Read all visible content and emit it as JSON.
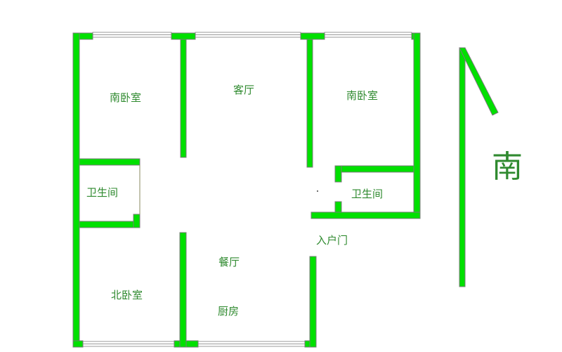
{
  "colors": {
    "wall": "#00e000",
    "wall_edge": "#7a7a7a",
    "text": "#2f8a2f",
    "window": "#bfbfbf",
    "arrow": "#00e000"
  },
  "rooms": {
    "south_bedroom_left": "南卧室",
    "living_room": "客厅",
    "south_bedroom_right": "南卧室",
    "bathroom_left": "卫生间",
    "bathroom_right": "卫生间",
    "entrance_door": "入户门",
    "dining_room": "餐厅",
    "north_bedroom": "北卧室",
    "kitchen": "厨房"
  },
  "compass": {
    "direction_label": "南",
    "icon": "north-arrow-icon"
  }
}
